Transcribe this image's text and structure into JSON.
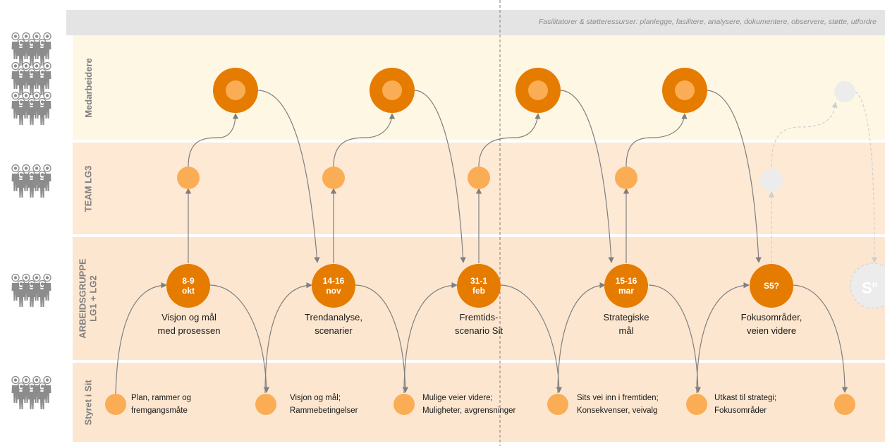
{
  "header": {
    "facilitator_text": "Fasilitatorer & støtteressurser: planlegge, fasilitere, analysere, dokumentere, observere, støtte, utfordre"
  },
  "lanes": [
    {
      "id": "medarbeidere",
      "label": "Medarbeidere",
      "color": "#fdf7e4",
      "group_size": 3
    },
    {
      "id": "team",
      "label": "TEAM LG3",
      "color": "#fde9d4",
      "group_size": 1
    },
    {
      "id": "arbeidsgruppe",
      "label_lines": [
        "ARBEIDSGRUPPE",
        "LG1 + LG2"
      ],
      "color": "#fde6cf",
      "group_size": 1
    },
    {
      "id": "styret",
      "label": "Styret i Sit",
      "color": "#fce6cf",
      "group_size": 1
    }
  ],
  "sessions": [
    {
      "date_lines": [
        "8-9",
        "okt"
      ],
      "title_lines": [
        "Visjon og mål",
        "med prosessen"
      ]
    },
    {
      "date_lines": [
        "14-16",
        "nov"
      ],
      "title_lines": [
        "Trendanalyse,",
        "scenarier"
      ]
    },
    {
      "date_lines": [
        "31-1",
        "feb"
      ],
      "title_lines": [
        "Fremtids-",
        "scenario Sit"
      ]
    },
    {
      "date_lines": [
        "15-16",
        "mar"
      ],
      "title_lines": [
        "Strategiske",
        "mål"
      ]
    },
    {
      "date_lines": [
        "S5?"
      ],
      "title_lines": [
        "Fokusområder,",
        "veien videre"
      ]
    }
  ],
  "board_tasks": [
    {
      "lines": [
        "Plan, rammer og",
        "fremgangsmåte"
      ]
    },
    {
      "lines": [
        "Visjon og mål;",
        "Rammebetingelser"
      ]
    },
    {
      "lines": [
        "Mulige veier videre;",
        "Muligheter, avgrensninger"
      ]
    },
    {
      "lines": [
        "Sits vei inn i fremtiden;",
        "Konsekvenser, veivalg"
      ]
    },
    {
      "lines": [
        "Utkast til strategi;",
        "Fokusområder"
      ]
    },
    {
      "lines": []
    }
  ],
  "future_session": {
    "label": "S",
    "superscript": "n"
  },
  "colors": {
    "dark_orange": "#e57c00",
    "light_orange": "#fbad55",
    "ghost": "#ececec",
    "banner": "#e4e4e4",
    "connector": "#7f7f7f",
    "person_icon": "#8c8c8c"
  },
  "icons": [
    "person-group-icon"
  ]
}
